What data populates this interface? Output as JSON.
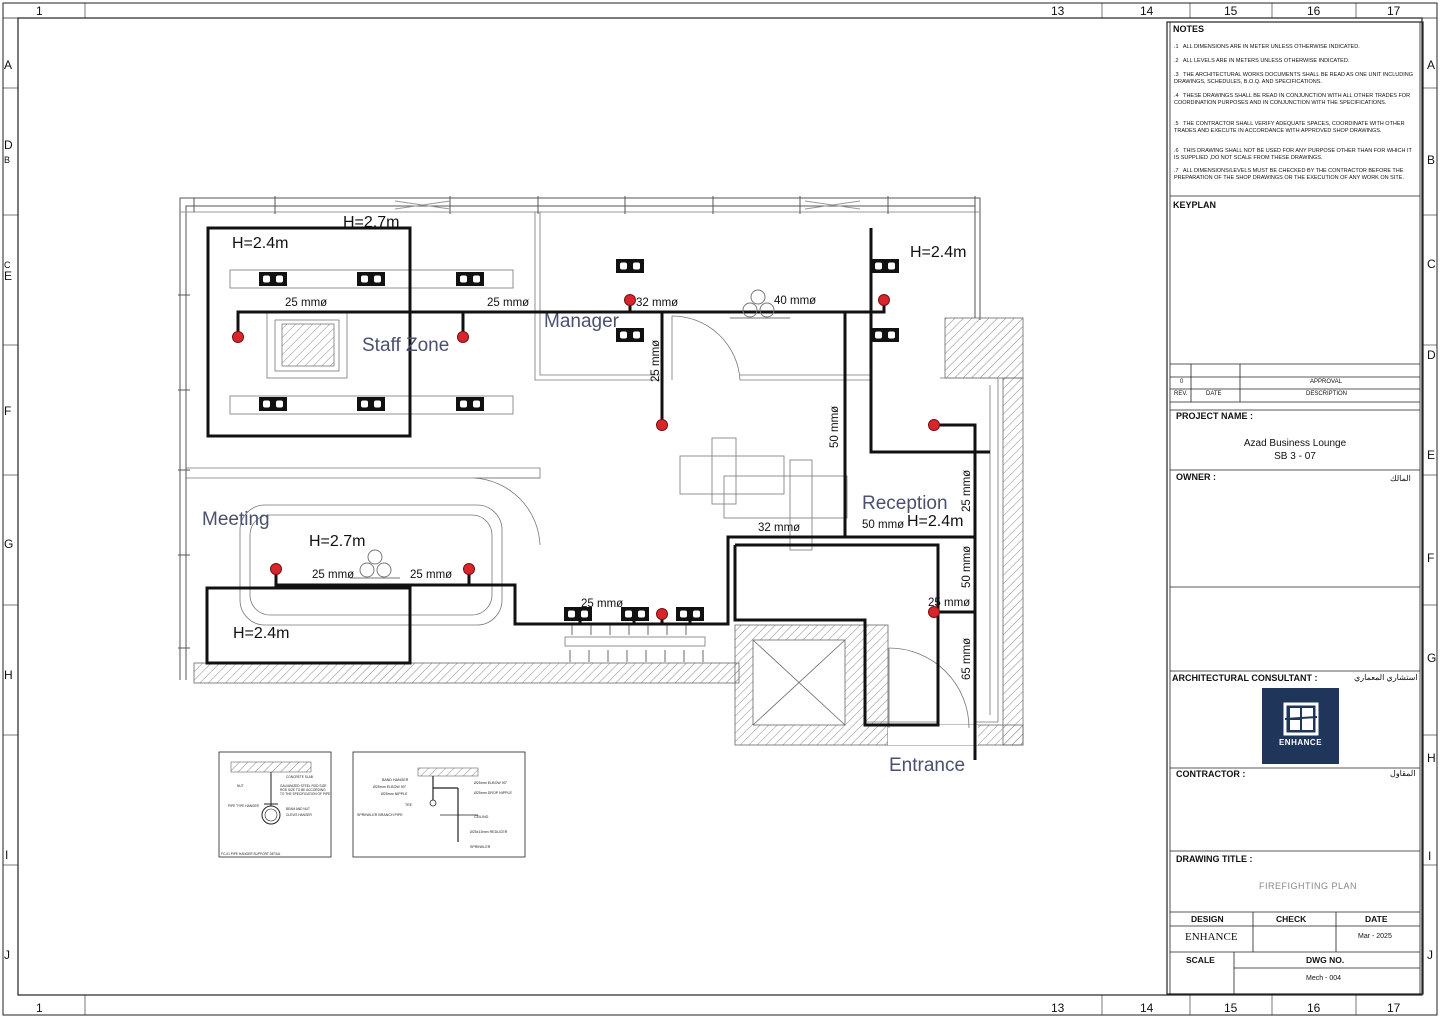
{
  "border": {
    "top_numbers": [
      "1",
      "13",
      "14",
      "15",
      "16",
      "17"
    ],
    "bottom_numbers": [
      "1",
      "13",
      "14",
      "15",
      "16",
      "17"
    ],
    "left_letters": [
      "A",
      "D",
      "B",
      "C",
      "E",
      "F",
      "G",
      "H",
      "I",
      "J"
    ],
    "right_letters": [
      "A",
      "B",
      "C",
      "D",
      "E",
      "F",
      "G",
      "H",
      "I",
      "J"
    ]
  },
  "plan": {
    "rooms": {
      "staff_zone": "Staff Zone",
      "manager": "Manager",
      "meeting": "Meeting",
      "reception": "Reception",
      "entrance": "Entrance"
    },
    "heights": {
      "h_27_top": "H=2.7m",
      "h_24_staff": "H=2.4m",
      "h_24_manager_right": "H=2.4m",
      "h_27_meeting": "H=2.7m",
      "h_24_meeting": "H=2.4m",
      "h_24_reception": "H=2.4m"
    },
    "pipe_labels": {
      "p1": "25 mmø",
      "p2": "25 mmø",
      "p3": "32 mmø",
      "p4": "40 mmø",
      "p5": "25 mmø",
      "p6": "50 mmø",
      "p7": "25 mmø",
      "p8": "32 mmø",
      "p9": "50 mmø",
      "p10": "25 mmø",
      "p11": "25 mmø",
      "p12": "25 mmø",
      "p13": "50 mmø",
      "p14": "25 mmø",
      "p15": "65 mmø"
    }
  },
  "details": {
    "detail1": {
      "labels": [
        "CONCRETE SLAB",
        "GALVANIZED STEEL ROD SIZE",
        "ROD SIZE TO BE ACCORDING",
        "TO THE SPECIFICATION OF PIPE",
        "PIPE TYPE HANGER",
        "BEAM AND NUT",
        "CLEVIS HANGER",
        "NUT"
      ],
      "caption": "FC-01   PIPE HANGER SUPPORT DETAIL"
    },
    "detail2": {
      "labels": [
        "BAND HANGER",
        "Ø25mm ELBOW 90°",
        "Ø25mm NIPPLE",
        "TEE",
        "SPRINKLER BRANCH PIPE",
        "Ø25mm ELBOW 90°",
        "Ø25mm DROP NIPPLE",
        "CEILING",
        "Ø25x15mm REDUCER",
        "SPRINKLER"
      ]
    }
  },
  "title_block": {
    "notes_title": "NOTES",
    "notes": [
      {
        "n": ".1",
        "text": "ALL DIMENSIONS ARE IN METER UNLESS OTHERWISE INDICATED."
      },
      {
        "n": ".2",
        "text": "ALL LEVELS ARE IN METERS UNLESS OTHERWISE INDICATED."
      },
      {
        "n": ".3",
        "text": "THE ARCHITECTURAL WORKS DOCUMENTS SHALL BE READ AS ONE UNIT INCLUDING DRAWINGS, SCHEDULES, B.O.Q. AND SPECIFICATIONS."
      },
      {
        "n": ".4",
        "text": "THESE DRAWINGS SHALL BE READ IN CONJUNCTION WITH ALL OTHER TRADES FOR COORDINATION PURPOSES AND IN CONJUNCTION WITH THE SPECIFICATIONS."
      },
      {
        "n": ".5",
        "text": "THE CONTRACTOR SHALL VERIFY ADEQUATE SPACES, COORDINATE WITH OTHER TRADES AND EXECUTE IN ACCORDANCE WITH APPROVED SHOP DRAWINGS."
      },
      {
        "n": ".6",
        "text": "THIS DRAWING SHALL NOT BE USED FOR ANY PURPOSE OTHER THAN FOR WHICH IT IS SUPPLIED ,DO NOT SCALE FROM THESE DRAWINGS."
      },
      {
        "n": ".7",
        "text": "ALL DIMENSIONS/LEVELS MUST BE CHECKED BY THE CONTRACTOR BEFORE THE PREPARATION OF THE SHOP DRAWINGS OR THE EXECUTION OF ANY WORK ON SITE."
      }
    ],
    "keyplan": "KEYPLAN",
    "rev_value": "0",
    "approval": "APPROVAL",
    "rev_label": "REV.",
    "date_label": "DATE",
    "description_label": "DESCRIPTION",
    "project_name_label": "PROJECT NAME :",
    "project_name_1": "Azad Business Lounge",
    "project_name_2": "SB 3 - 07",
    "owner_label": "OWNER :",
    "owner_ar": "المالك",
    "arch_consultant_label": "ARCHITECTURAL CONSULTANT :",
    "arch_consultant_ar": "استشاري المعماري",
    "logo_text": "ENHANCE",
    "contractor_label": "CONTRACTOR :",
    "contractor_ar": "المقاول",
    "drawing_title_label": "DRAWING TITLE :",
    "drawing_title": "FIREFIGHTING  PLAN",
    "design_label": "DESIGN",
    "check_label": "CHECK",
    "date_col_label": "DATE",
    "design_value": "ENHANCE",
    "date_value": "Mar - 2025",
    "scale_label": "SCALE",
    "dwg_no_label": "DWG NO.",
    "dwg_no_value": "Mech - 004"
  }
}
